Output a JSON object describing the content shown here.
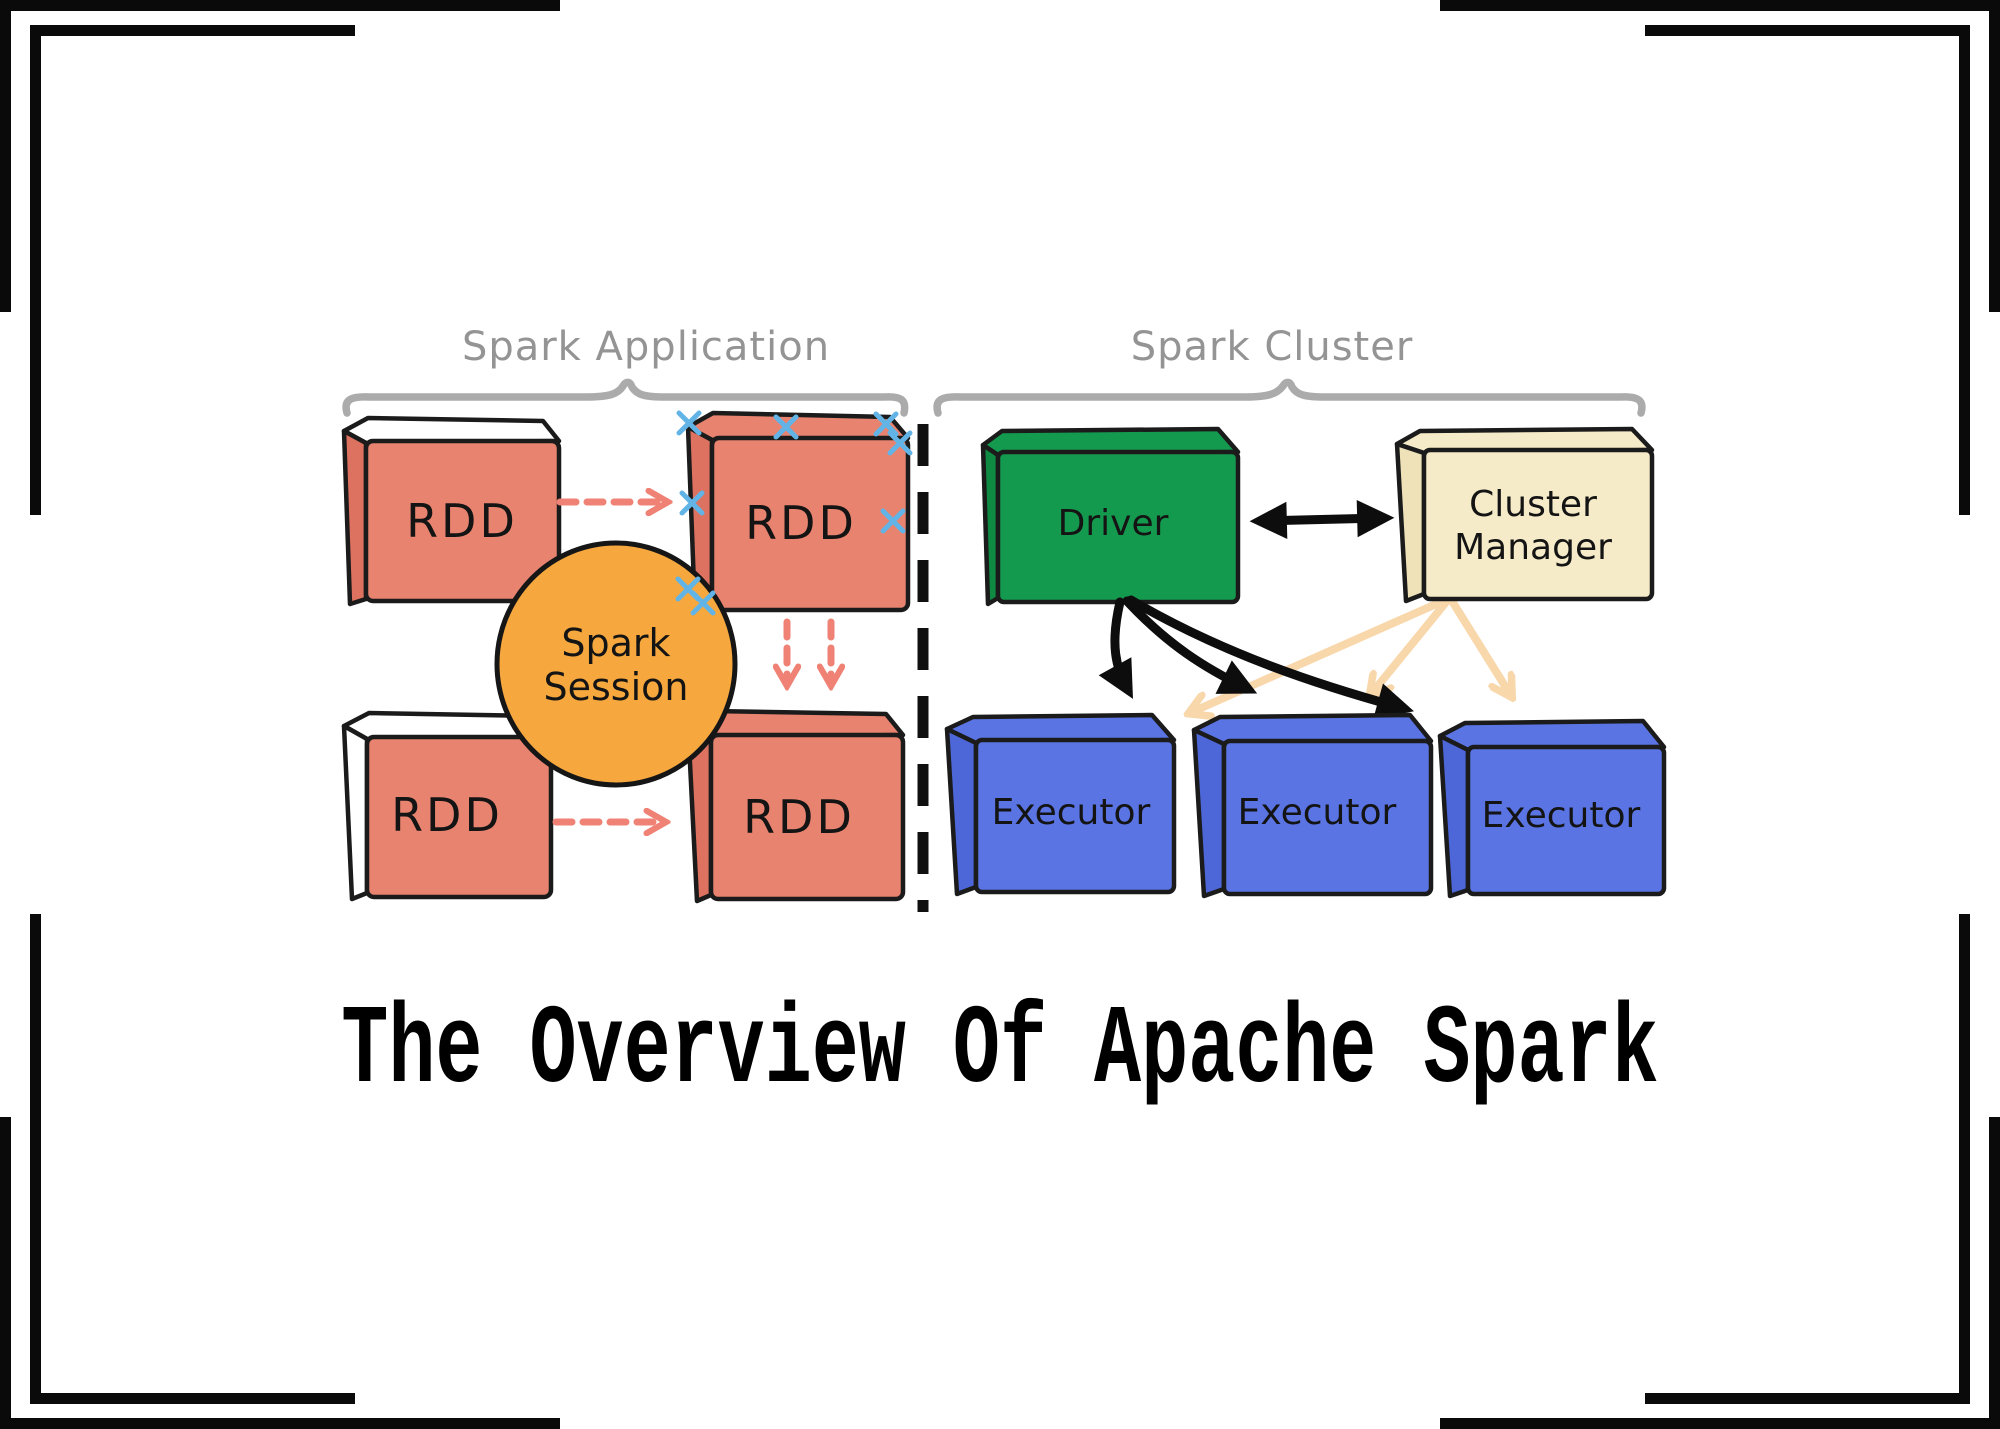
{
  "header": {
    "left_label": "Spark Application",
    "right_label": "Spark Cluster"
  },
  "application": {
    "rdds": [
      {
        "label": "RDD"
      },
      {
        "label": "RDD"
      },
      {
        "label": "RDD"
      },
      {
        "label": "RDD"
      }
    ],
    "session": {
      "line1": "Spark",
      "line2": "Session"
    }
  },
  "cluster": {
    "driver": {
      "label": "Driver"
    },
    "cluster_manager": {
      "line1": "Cluster",
      "line2": "Manager"
    },
    "executors": [
      {
        "label": "Executor"
      },
      {
        "label": "Executor"
      },
      {
        "label": "Executor"
      }
    ]
  },
  "title": "The Overview Of Apache Spark",
  "colors": {
    "rdd_fill": "#e8836f",
    "rdd_side": "#dd7260",
    "session_fill": "#f6a83e",
    "driver_fill": "#149a4e",
    "driver_side": "#0f8a42",
    "cluster_manager_fill": "#f6ebc8",
    "cluster_manager_side": "#efe2b8",
    "executor_fill": "#5a74e4",
    "executor_side": "#4d67d8",
    "dashed_arrow": "#ef8275",
    "black_arrow": "#0d0d0d",
    "peach_arrow": "#f8d7ab",
    "x_mark": "#63b4e6",
    "brace": "#ababab",
    "frame": "#0a0a0a",
    "label_gray": "#949494"
  }
}
